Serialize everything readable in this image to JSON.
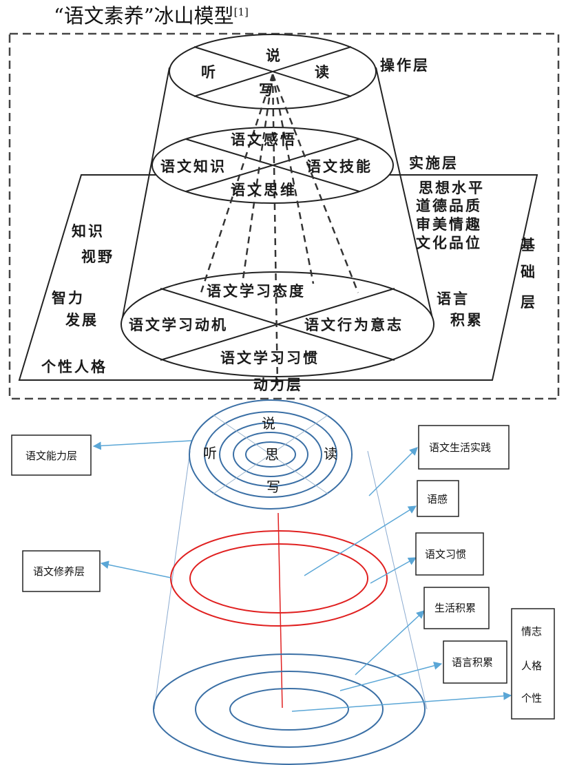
{
  "title": {
    "text": "“语文素养”冰山模型",
    "footnote": "[1]"
  },
  "upper_diagram": {
    "top_disc": {
      "north": "说",
      "west": "听",
      "east": "读",
      "south": "写"
    },
    "middle_disc": {
      "north": "语文感悟",
      "west": "语文知识",
      "east": "语文技能",
      "south": "语文思维"
    },
    "bottom_disc": {
      "north": "语文学习态度",
      "west": "语文学习动机",
      "east": "语文行为意志",
      "south": "语文学习习惯"
    },
    "layers": {
      "operation": "操作层",
      "implementation": "实施层",
      "foundation": [
        "基",
        "础",
        "层"
      ],
      "motivation": "动力层"
    },
    "right_list": [
      "思想水平",
      "道德品质",
      "审美情趣",
      "文化品位"
    ],
    "language_accumulation": [
      "语言",
      "积累"
    ],
    "left_items": {
      "knowledge_view": [
        "知识",
        "视野"
      ],
      "intellect": [
        "智力",
        "发展"
      ],
      "personality": "个性人格"
    }
  },
  "lower_diagram": {
    "top_chars": {
      "north": "说",
      "west": "听",
      "center": "思",
      "east": "读",
      "south": "写"
    },
    "callouts": {
      "ability_layer": "语文能力层",
      "cultivation_layer": "语文修养层",
      "life_practice": "语文生活实践",
      "language_sense": "语感",
      "habit": "语文习惯",
      "life_accumulation": "生活积累",
      "language_accumulation": "语言积累",
      "emotion_personality": [
        "情志",
        "人格",
        "个性"
      ]
    },
    "colors": {
      "rings": "#3a6fa5",
      "arrows": "#5aa6d6",
      "red_ring": "#e02020"
    }
  }
}
